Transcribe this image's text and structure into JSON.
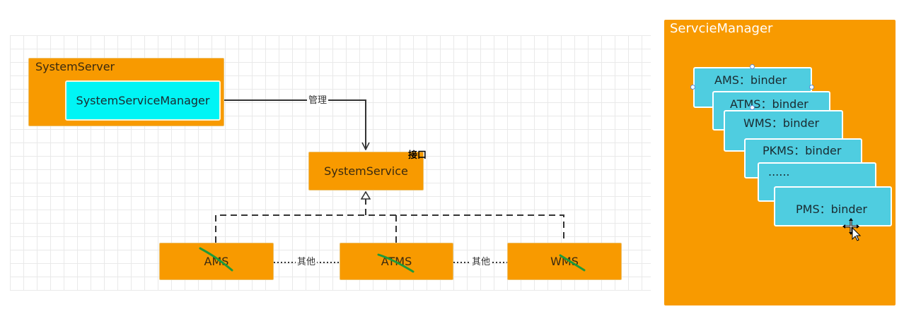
{
  "left": {
    "system_server": "SystemServer",
    "system_service_manager": "SystemServiceManager",
    "manage_edge": "管理",
    "system_service": "SystemService",
    "interface_note": "接口",
    "services": [
      "AMS",
      "ATMS",
      "WMS"
    ],
    "other_edges": [
      "其他",
      "其他"
    ]
  },
  "right": {
    "title": "ServcieManager",
    "cards": [
      "AMS：binder",
      "ATMS：binder",
      "WMS：binder",
      "PKMS：binder",
      "......",
      "PMS：binder"
    ]
  },
  "colors": {
    "orange": "#f89a00",
    "cyan_box": "#00f5f5",
    "card": "#4fcde0",
    "strike": "#1f9a3a"
  }
}
